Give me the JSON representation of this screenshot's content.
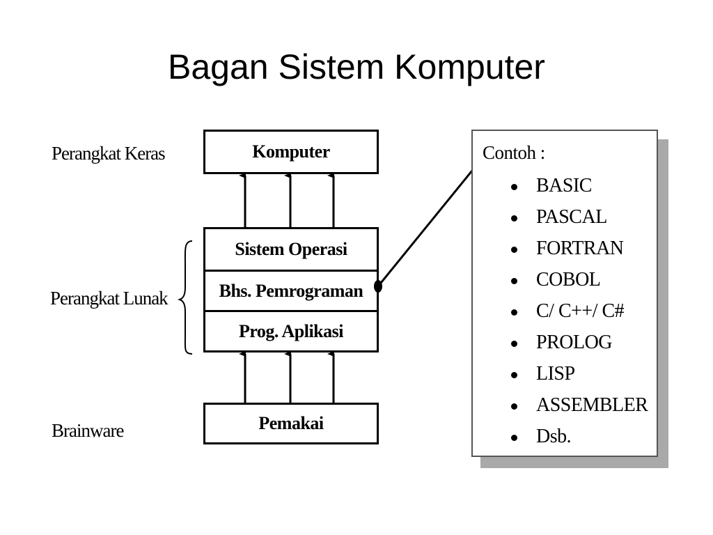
{
  "title": "Bagan Sistem Komputer",
  "labels": {
    "hardware": "Perangkat Keras",
    "software": "Perangkat Lunak",
    "brainware": "Brainware"
  },
  "boxes": {
    "computer": "Komputer",
    "user": "Pemakai"
  },
  "software_layers": [
    "Sistem Operasi",
    "Bhs. Pemrograman",
    "Prog. Aplikasi"
  ],
  "callout": {
    "heading": "Contoh :",
    "items": [
      "BASIC",
      "PASCAL",
      "FORTRAN",
      "COBOL",
      "C/ C++/ C#",
      "PROLOG",
      "LISP",
      "ASSEMBLER",
      "Dsb."
    ]
  }
}
